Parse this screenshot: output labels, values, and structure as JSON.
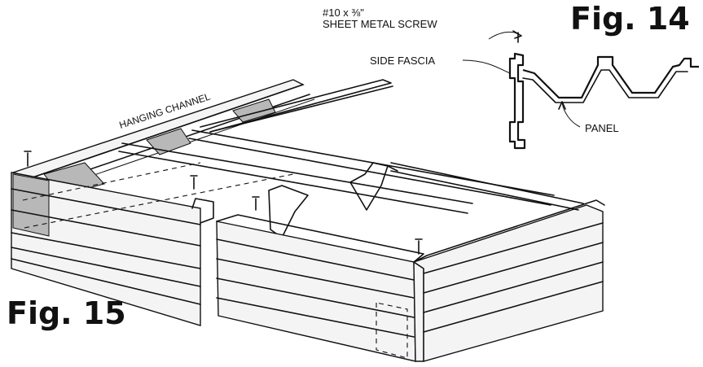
{
  "figure_14": {
    "title": "Fig. 14",
    "labels": {
      "screw_size": "#10 x ⅜\"",
      "screw": "SHEET METAL SCREW",
      "side_fascia": "SIDE FASCIA",
      "panel": "PANEL"
    }
  },
  "figure_15": {
    "title": "Fig. 15",
    "labels": {
      "hanging_channel": "HANGING CHANNEL"
    }
  },
  "colors": {
    "line": "#111111",
    "shading": "#b8b8b8",
    "background": "#ffffff"
  }
}
